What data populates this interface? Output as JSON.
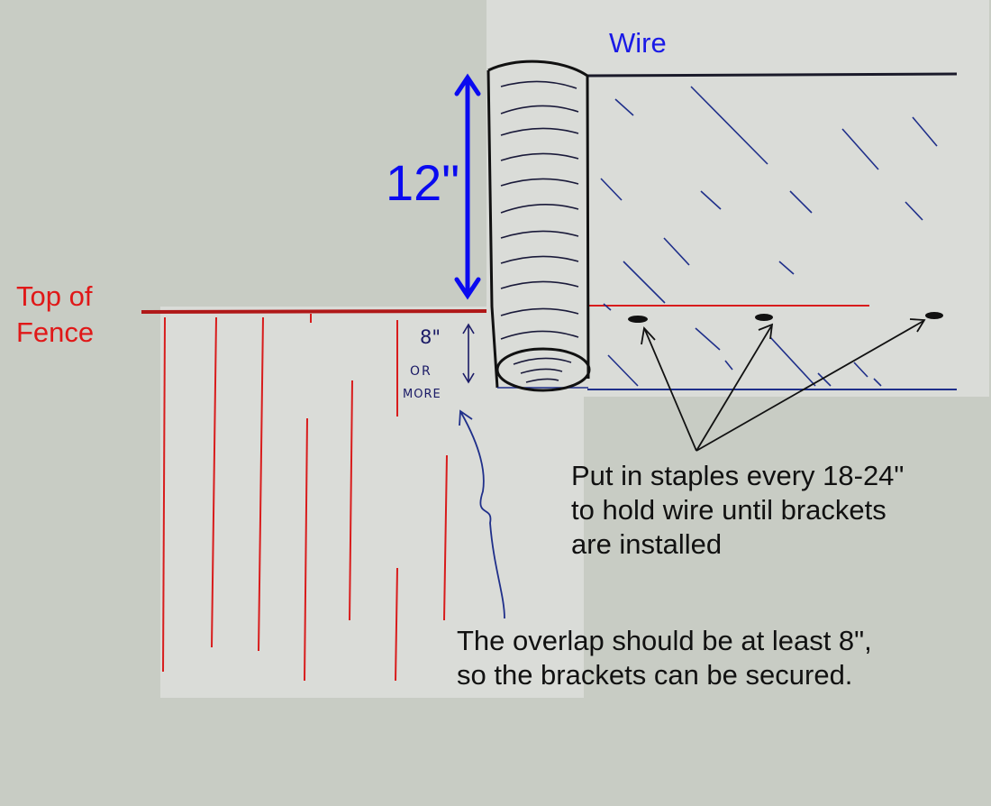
{
  "labels": {
    "wire": "Wire",
    "height": "12\"",
    "top_of_fence_line1": "Top of",
    "top_of_fence_line2": "Fence",
    "overlap_hand": "8\"",
    "overlap_hand_or": "OR",
    "overlap_hand_more": "MORE"
  },
  "notes": {
    "staples_line1": "Put in staples every 18-24\"",
    "staples_line2": "to hold wire until brackets",
    "staples_line3": "are installed",
    "overlap_line1": "The overlap should be at least 8\",",
    "overlap_line2": "so the brackets can be secured."
  },
  "colors": {
    "background": "#c8ccc4",
    "paper": "#dadcd8",
    "fence": "#d81c1c",
    "wire": "#1f2f8a",
    "dimension": "#0a0af0",
    "text": "#111111"
  }
}
